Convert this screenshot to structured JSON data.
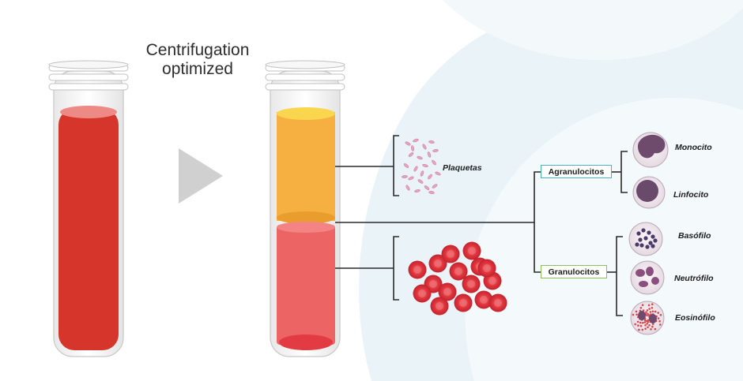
{
  "caption": {
    "line1": "Centrifugation",
    "line2": "optimized"
  },
  "labels": {
    "plaquetas": "Plaquetas",
    "agranulocitos": "Agranulocitos",
    "granulocitos": "Granulocitos",
    "monocito": "Monocito",
    "linfocito": "Linfocito",
    "basofilo": "Basófilo",
    "neutrofilo": "Neutrófilo",
    "eosinofilo": "Eosinófilo"
  },
  "colors": {
    "whole_blood": "#d5352b",
    "plasma": "#f6b041",
    "red_layer": "#ec6464",
    "accent_swirl": "#e3eff6",
    "arrow": "#d0d0d0",
    "rbc": "#e0363f",
    "agran_border": "#4bb2c6",
    "gran_border": "#8cc05a"
  },
  "icons": {
    "arrow": "play-triangle-icon"
  }
}
